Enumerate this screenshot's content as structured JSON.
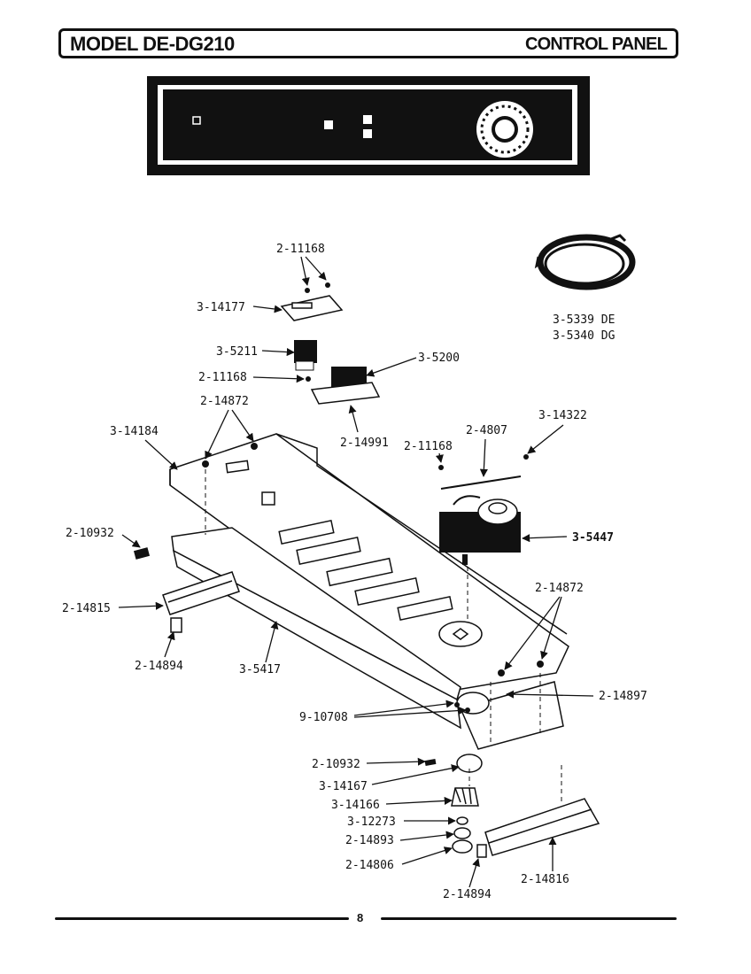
{
  "header": {
    "model": "MODEL  DE-DG210",
    "section": "CONTROL PANEL"
  },
  "parts": {
    "p_2_11168_top": "2-11168",
    "p_3_14177": "3-14177",
    "p_3_5211": "3-5211",
    "p_2_11168_mid": "2-11168",
    "p_3_5200": "3-5200",
    "p_2_14872_left": "2-14872",
    "p_3_14184": "3-14184",
    "p_2_14991": "2-14991",
    "p_2_11168_right": "2-11168",
    "p_2_4807": "2-4807",
    "p_3_14322": "3-14322",
    "p_3_5339": "3-5339 DE",
    "p_3_5340": "3-5340 DG",
    "p_3_5447": "3-5447",
    "p_2_10932_left": "2-10932",
    "p_2_14815": "2-14815",
    "p_2_14872_right": "2-14872",
    "p_2_14894_left": "2-14894",
    "p_3_5417": "3-5417",
    "p_2_14897": "2-14897",
    "p_9_10708": "9-10708",
    "p_2_10932_bottom": "2-10932",
    "p_3_14167": "3-14167",
    "p_3_14166": "3-14166",
    "p_3_12273": "3-12273",
    "p_2_14893": "2-14893",
    "p_2_14806": "2-14806",
    "p_2_14816": "2-14816",
    "p_2_14894_bottom": "2-14894"
  },
  "footer": {
    "page": "8"
  }
}
